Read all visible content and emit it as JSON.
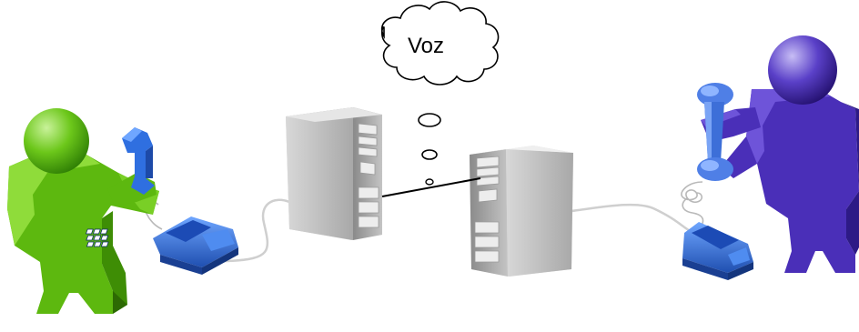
{
  "diagram": {
    "speech_bubble": {
      "text": "Voz"
    },
    "nodes": [
      {
        "id": "caller-left",
        "kind": "person",
        "color": "#5db80f"
      },
      {
        "id": "phone-left",
        "kind": "desk-telephone",
        "color": "#2f6fe0"
      },
      {
        "id": "server-left",
        "kind": "server-tower"
      },
      {
        "id": "server-right",
        "kind": "server-tower"
      },
      {
        "id": "phone-right",
        "kind": "desk-telephone",
        "color": "#2f6fe0"
      },
      {
        "id": "caller-right",
        "kind": "person",
        "color": "#4a2fb8"
      }
    ],
    "links": [
      {
        "from": "phone-left",
        "to": "server-left",
        "style": "cable"
      },
      {
        "from": "server-left",
        "to": "server-right",
        "style": "line"
      },
      {
        "from": "server-right",
        "to": "phone-right",
        "style": "cable"
      }
    ]
  }
}
